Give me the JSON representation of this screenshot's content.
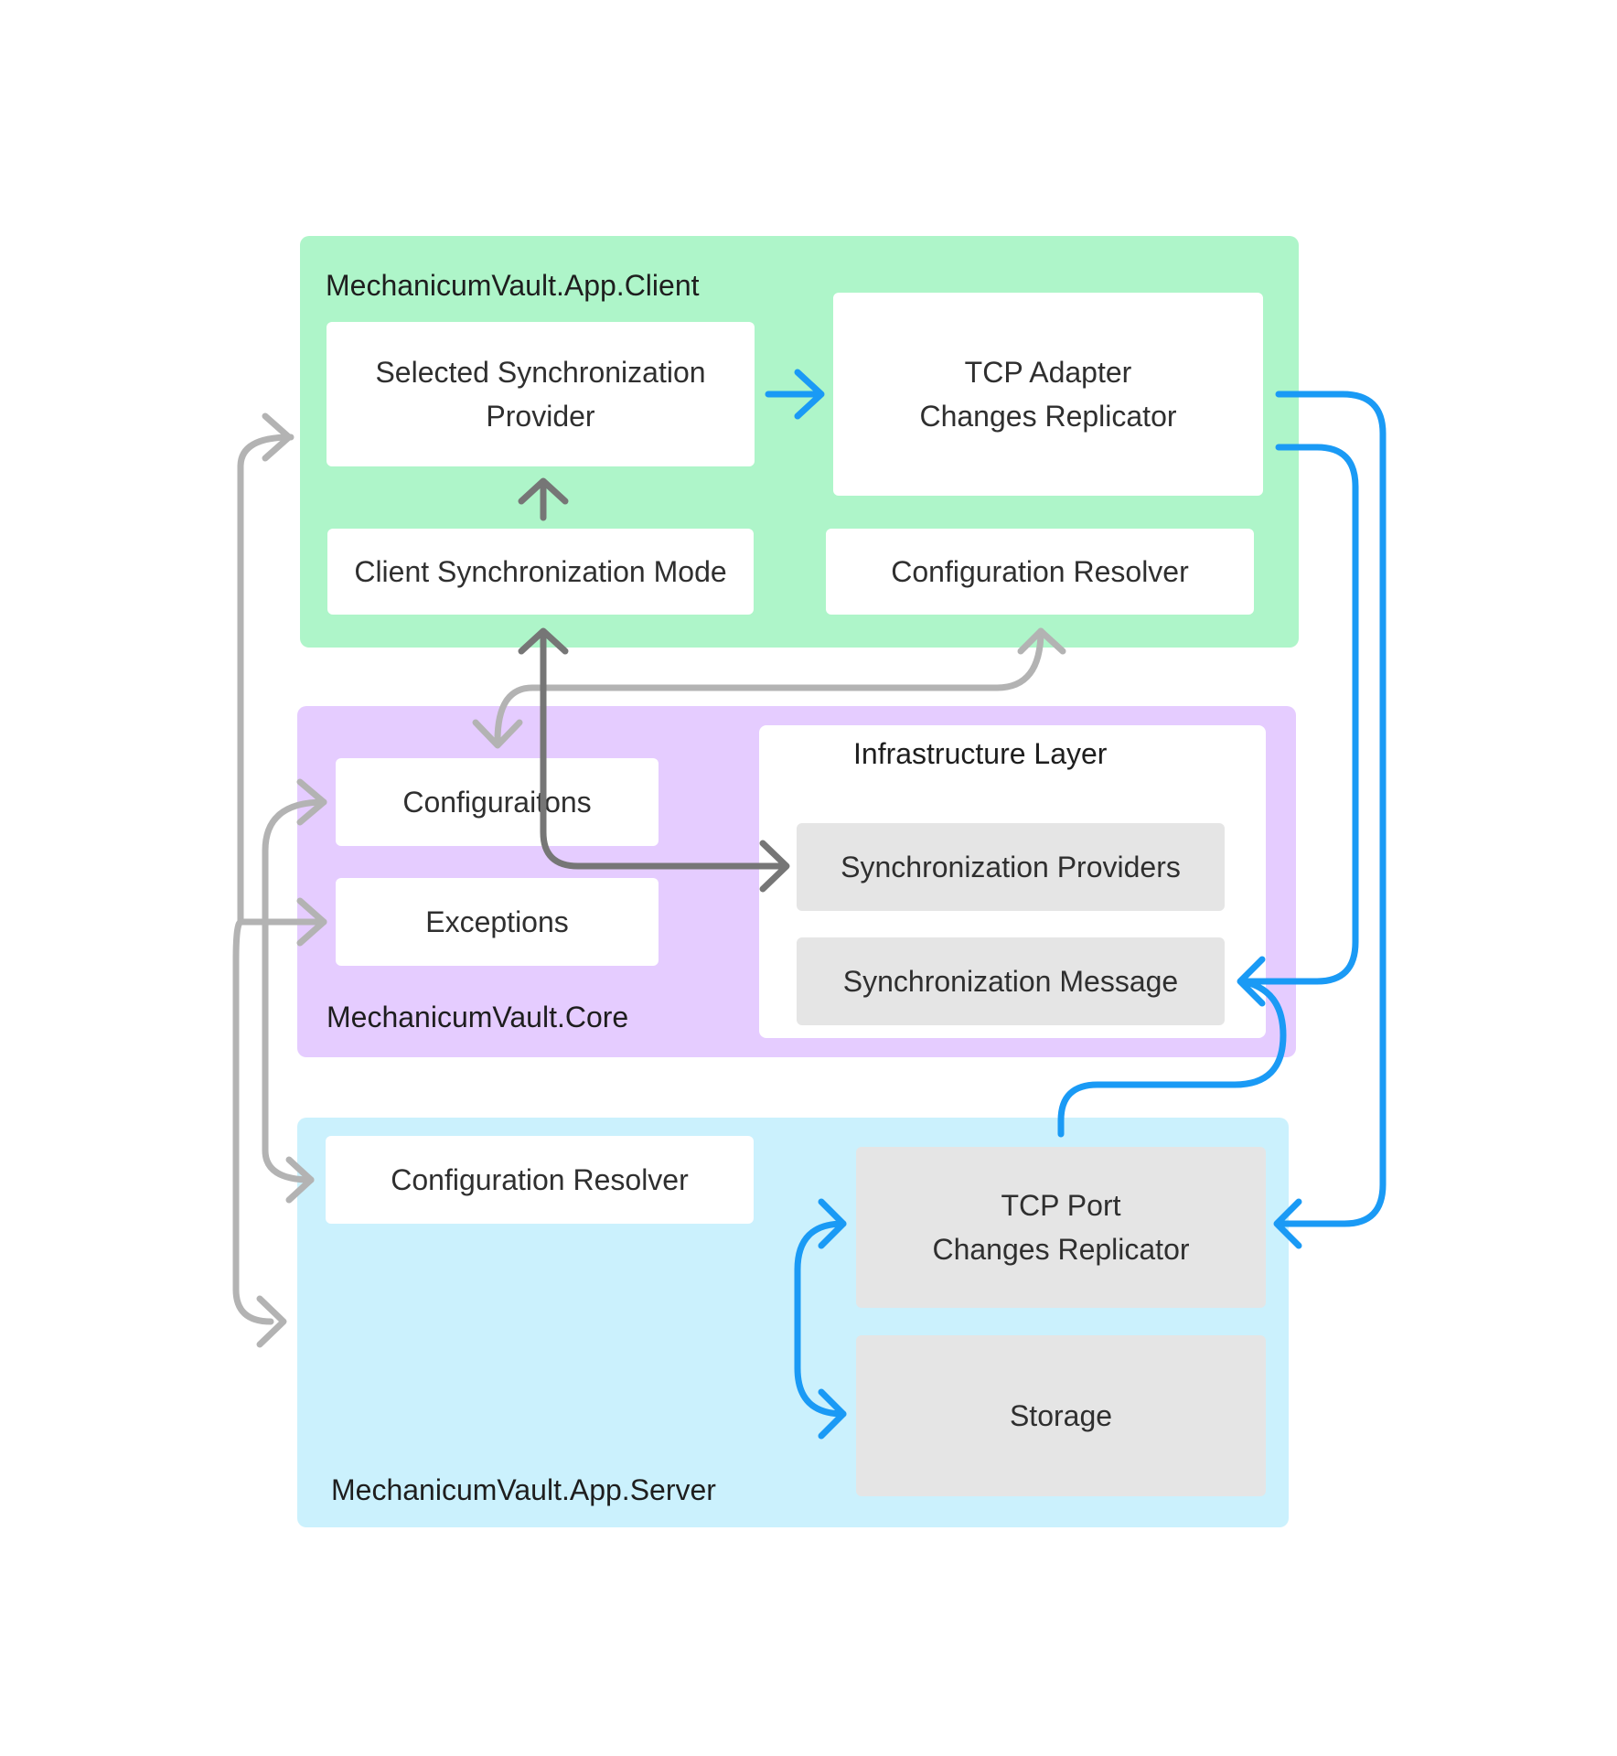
{
  "groups": {
    "client": {
      "label": "MechanicumVault.App.Client",
      "color": "#aef5c9"
    },
    "core": {
      "label": "MechanicumVault.Core",
      "color": "#e5ccff"
    },
    "server": {
      "label": "MechanicumVault.App.Server",
      "color": "#cbf1fd"
    }
  },
  "client": {
    "selected_provider": "Selected Synchronization\nProvider",
    "tcp_adapter": "TCP Adapter\nChanges Replicator",
    "sync_mode": "Client Synchronization Mode",
    "config_resolver": "Configuration Resolver"
  },
  "core": {
    "configurations": "Configuraitons",
    "exceptions": "Exceptions",
    "infrastructure": {
      "title": "Infrastructure Layer",
      "providers": "Synchronization Providers",
      "message": "Synchronization Message"
    }
  },
  "server": {
    "config_resolver": "Configuration Resolver",
    "tcp_port": "TCP Port\nChanges Replicator",
    "storage": "Storage"
  },
  "colors": {
    "arrow_blue": "#1a9af5",
    "arrow_dark_gray": "#767676",
    "arrow_light_gray": "#b3b3b3",
    "box_white": "#ffffff",
    "box_gray": "#e5e5e5"
  }
}
